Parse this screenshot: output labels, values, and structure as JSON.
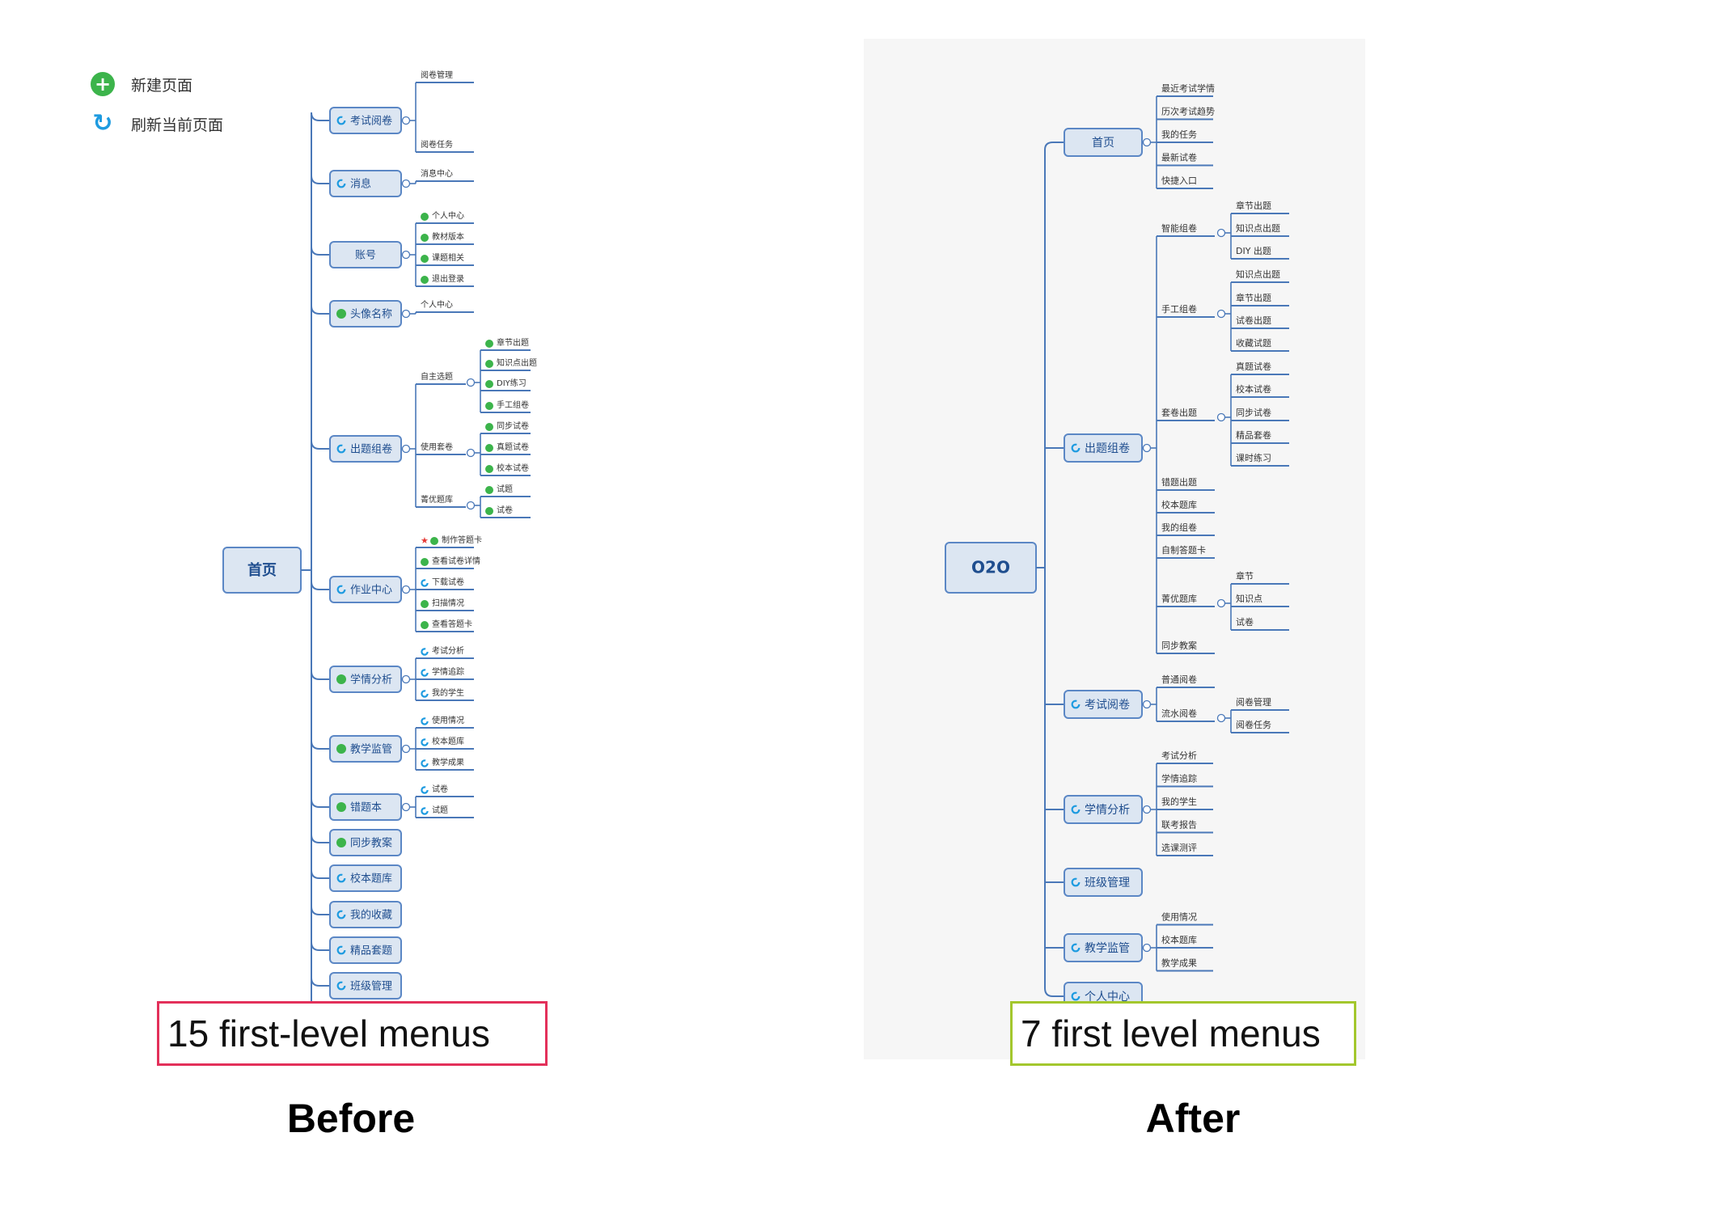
{
  "toolbar": {
    "new_page": "新建页面",
    "refresh_page": "刷新当前页面"
  },
  "colors": {
    "node_fill": "#dce6f2",
    "node_border": "#5b87c5",
    "line": "#4a78b8",
    "node_text": "#1f4e8f",
    "leaf_text": "#333333",
    "dot_green": "#3cb44b",
    "dot_blue": "#1e9be0",
    "star": "#e53935",
    "before_caption_border": "#e3305a",
    "after_caption_border": "#a3c72d"
  },
  "before": {
    "root": "首页",
    "menus": [
      {
        "label": "考试阅卷",
        "icon": "blue",
        "children": [
          {
            "label": "阅卷管理"
          },
          {
            "label": "阅卷任务"
          }
        ]
      },
      {
        "label": "消息",
        "icon": "blue",
        "children": [
          {
            "label": "消息中心"
          }
        ]
      },
      {
        "label": "账号",
        "icon": "none",
        "children": [
          {
            "label": "个人中心",
            "icon": "green"
          },
          {
            "label": "教材版本",
            "icon": "green"
          },
          {
            "label": "课题相关",
            "icon": "green"
          },
          {
            "label": "退出登录",
            "icon": "green"
          }
        ]
      },
      {
        "label": "头像名称",
        "icon": "green",
        "children": [
          {
            "label": "个人中心"
          }
        ]
      },
      {
        "label": "出题组卷",
        "icon": "blue",
        "children": [
          {
            "label": "自主选题",
            "children": [
              {
                "label": "章节出题",
                "icon": "green"
              },
              {
                "label": "知识点出题",
                "icon": "green"
              },
              {
                "label": "DIY练习",
                "icon": "green"
              },
              {
                "label": "手工组卷",
                "icon": "green"
              }
            ]
          },
          {
            "label": "使用套卷",
            "children": [
              {
                "label": "同步试卷",
                "icon": "green"
              },
              {
                "label": "真题试卷",
                "icon": "green"
              },
              {
                "label": "校本试卷",
                "icon": "green"
              }
            ]
          },
          {
            "label": "菁优题库",
            "children": [
              {
                "label": "试题",
                "icon": "green"
              },
              {
                "label": "试卷",
                "icon": "green"
              }
            ]
          }
        ]
      },
      {
        "label": "作业中心",
        "icon": "blue",
        "children": [
          {
            "label": "制作答题卡",
            "icon": "green",
            "star": true
          },
          {
            "label": "查看试卷详情",
            "icon": "green"
          },
          {
            "label": "下载试卷",
            "icon": "blue"
          },
          {
            "label": "扫描情况",
            "icon": "green"
          },
          {
            "label": "查看答题卡",
            "icon": "green"
          }
        ]
      },
      {
        "label": "学情分析",
        "icon": "green",
        "children": [
          {
            "label": "考试分析",
            "icon": "blue"
          },
          {
            "label": "学情追踪",
            "icon": "blue"
          },
          {
            "label": "我的学生",
            "icon": "blue"
          }
        ]
      },
      {
        "label": "教学监管",
        "icon": "green",
        "children": [
          {
            "label": "使用情况",
            "icon": "blue"
          },
          {
            "label": "校本题库",
            "icon": "blue"
          },
          {
            "label": "教学成果",
            "icon": "blue"
          }
        ]
      },
      {
        "label": "错题本",
        "icon": "green",
        "children": [
          {
            "label": "试卷",
            "icon": "blue"
          },
          {
            "label": "试题",
            "icon": "blue"
          }
        ]
      },
      {
        "label": "同步教案",
        "icon": "green",
        "children": []
      },
      {
        "label": "校本题库",
        "icon": "blue",
        "children": []
      },
      {
        "label": "我的收藏",
        "icon": "blue",
        "children": []
      },
      {
        "label": "精品套题",
        "icon": "blue",
        "children": []
      },
      {
        "label": "班级管理",
        "icon": "blue",
        "children": []
      }
    ],
    "caption": "15 first-level menus",
    "heading": "Before"
  },
  "after": {
    "root": "O2O",
    "menus": [
      {
        "label": "首页",
        "icon": "none",
        "children": [
          {
            "label": "最近考试学情"
          },
          {
            "label": "历次考试趋势"
          },
          {
            "label": "我的任务"
          },
          {
            "label": "最新试卷"
          },
          {
            "label": "快捷入口"
          }
        ]
      },
      {
        "label": "出题组卷",
        "icon": "blue",
        "children": [
          {
            "label": "智能组卷",
            "children": [
              {
                "label": "章节出题"
              },
              {
                "label": "知识点出题"
              },
              {
                "label": "DIY 出题"
              }
            ]
          },
          {
            "label": "手工组卷",
            "children": [
              {
                "label": "知识点出题"
              },
              {
                "label": "章节出题"
              },
              {
                "label": "试卷出题"
              },
              {
                "label": "收藏试题"
              }
            ]
          },
          {
            "label": "套卷出题",
            "children": [
              {
                "label": "真题试卷"
              },
              {
                "label": "校本试卷"
              },
              {
                "label": "同步试卷"
              },
              {
                "label": "精品套卷"
              },
              {
                "label": "课时练习"
              }
            ]
          },
          {
            "label": "错题出题"
          },
          {
            "label": "校本题库"
          },
          {
            "label": "我的组卷"
          },
          {
            "label": "自制答题卡"
          },
          {
            "label": "菁优题库",
            "children": [
              {
                "label": "章节"
              },
              {
                "label": "知识点"
              },
              {
                "label": "试卷"
              }
            ]
          },
          {
            "label": "同步教案"
          }
        ]
      },
      {
        "label": "考试阅卷",
        "icon": "blue",
        "children": [
          {
            "label": "普通阅卷"
          },
          {
            "label": "流水阅卷",
            "children": [
              {
                "label": "阅卷管理"
              },
              {
                "label": "阅卷任务"
              }
            ]
          }
        ]
      },
      {
        "label": "学情分析",
        "icon": "blue",
        "children": [
          {
            "label": "考试分析"
          },
          {
            "label": "学情追踪"
          },
          {
            "label": "我的学生"
          },
          {
            "label": "联考报告"
          },
          {
            "label": "选课测评"
          }
        ]
      },
      {
        "label": "班级管理",
        "icon": "blue",
        "children": []
      },
      {
        "label": "教学监管",
        "icon": "blue",
        "children": [
          {
            "label": "使用情况"
          },
          {
            "label": "校本题库"
          },
          {
            "label": "教学成果"
          }
        ]
      },
      {
        "label": "个人中心",
        "icon": "blue",
        "children": []
      }
    ],
    "caption": "7 first level menus",
    "heading": "After"
  }
}
